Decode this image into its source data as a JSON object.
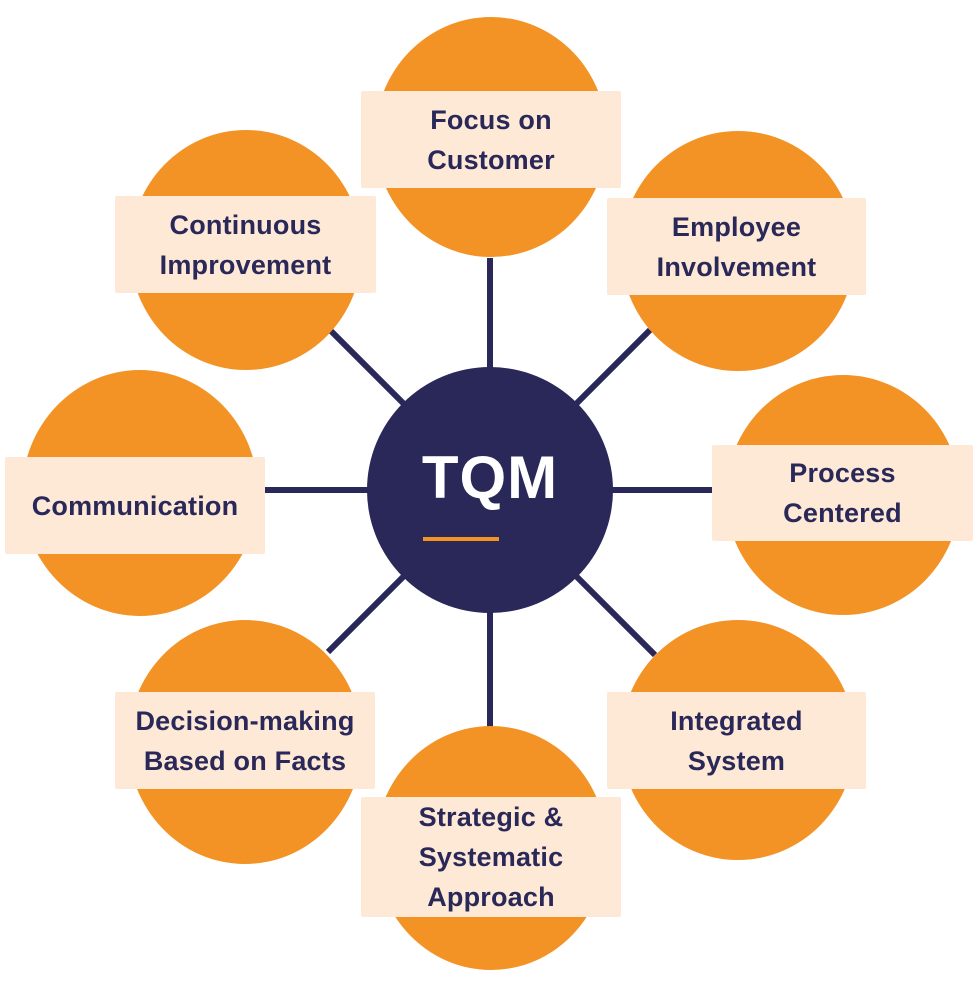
{
  "diagram": {
    "center": {
      "label": "TQM",
      "fill": "#2a2859",
      "text_color": "#ffffff",
      "underline_color": "#f39325"
    },
    "colors": {
      "circle_fill": "#f39325",
      "label_bg": "#fde9d5",
      "label_text": "#2a2859",
      "connector": "#2a2859"
    },
    "nodes": [
      {
        "id": "top",
        "label": "Focus on\nCustomer"
      },
      {
        "id": "top-right",
        "label": "Employee\nInvolvement"
      },
      {
        "id": "right",
        "label": "Process\nCentered"
      },
      {
        "id": "bottom-right",
        "label": "Integrated\nSystem"
      },
      {
        "id": "bottom",
        "label": "Strategic &\nSystematic\nApproach"
      },
      {
        "id": "bottom-left",
        "label": "Decision-making\nBased on Facts"
      },
      {
        "id": "left",
        "label": "Communication"
      },
      {
        "id": "top-left",
        "label": "Continuous\nImprovement"
      }
    ]
  }
}
